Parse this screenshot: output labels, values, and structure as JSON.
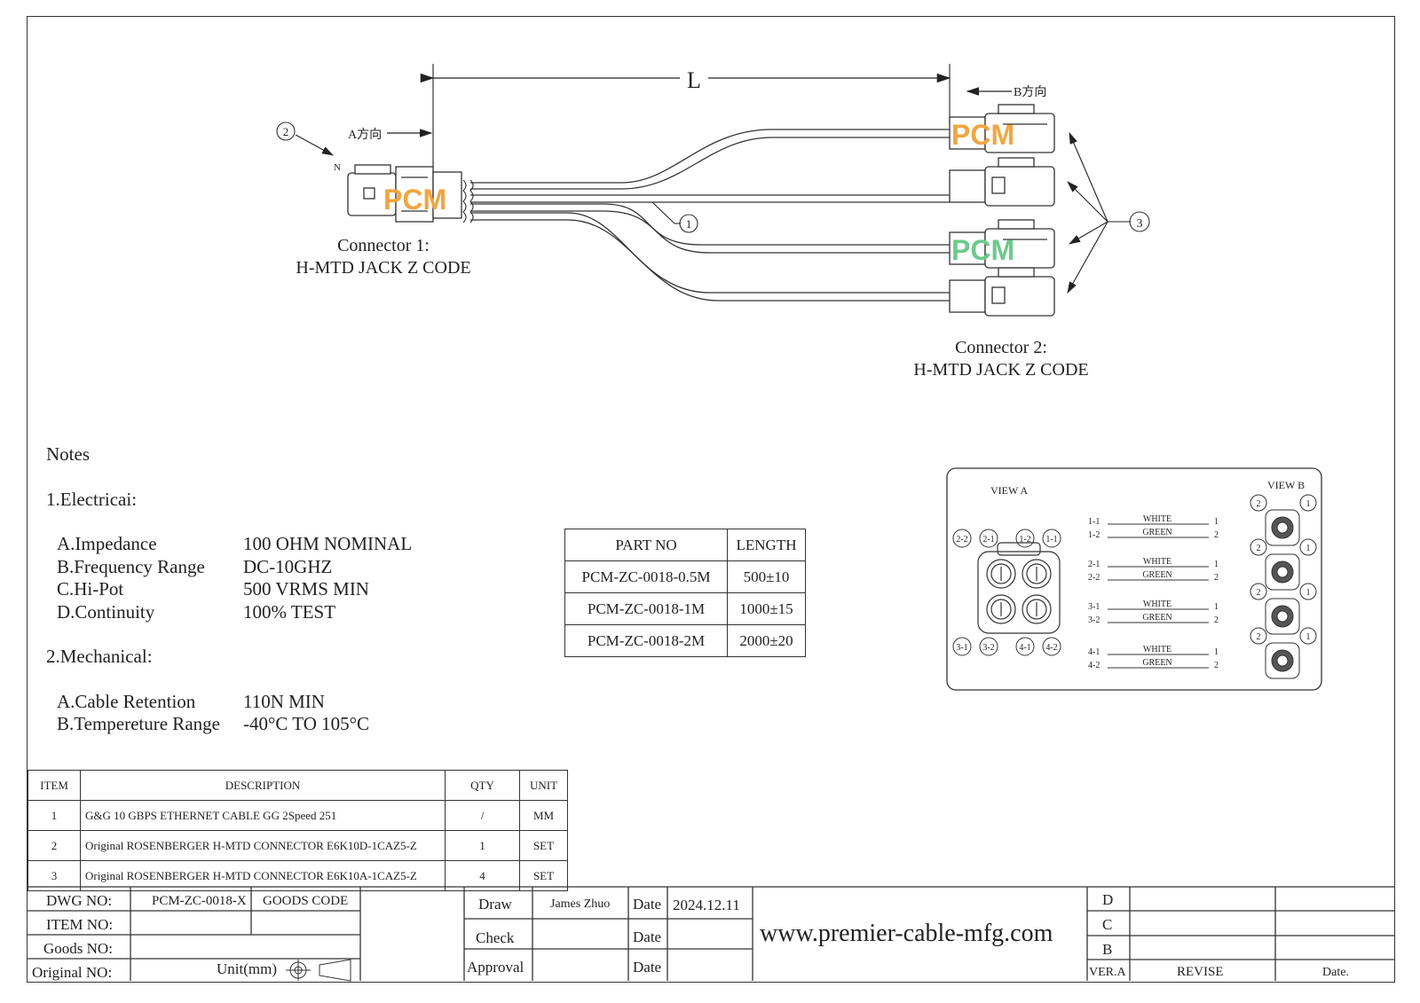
{
  "drawing": {
    "length_label": "L",
    "dir_a": "A方向",
    "dir_b": "B方向",
    "balloon_1": "1",
    "balloon_2": "2",
    "balloon_3": "3",
    "n_mark": "N",
    "connector1_line1": "Connector 1:",
    "connector1_line2": "H-MTD JACK Z CODE",
    "connector2_line1": "Connector 2:",
    "connector2_line2": "H-MTD JACK Z CODE",
    "watermark": "PCM",
    "colors": {
      "orange": "#f0a640",
      "green": "#6fc98d",
      "teal": "#35b8b0"
    }
  },
  "notes": {
    "title": "Notes",
    "electrical_heading": "1.Electricai:",
    "electrical": [
      {
        "key": "A.Impedance",
        "value": "100 OHM NOMINAL"
      },
      {
        "key": "B.Frequency Range",
        "value": "DC-10GHZ"
      },
      {
        "key": "C.Hi-Pot",
        "value": "500 VRMS MIN"
      },
      {
        "key": "D.Continuity",
        "value": "100% TEST"
      }
    ],
    "mechanical_heading": "2.Mechanical:",
    "mechanical": [
      {
        "key": "A.Cable Retention",
        "value": "110N MIN"
      },
      {
        "key": "B.Tempereture Range",
        "value": "-40°C TO 105°C"
      }
    ]
  },
  "part_table": {
    "headers": [
      "PART NO",
      "LENGTH"
    ],
    "rows": [
      [
        "PCM-ZC-0018-0.5M",
        "500±10"
      ],
      [
        "PCM-ZC-0018-1M",
        "1000±15"
      ],
      [
        "PCM-ZC-0018-2M",
        "2000±20"
      ]
    ]
  },
  "pinout": {
    "view_a": "VIEW A",
    "view_b": "VIEW B",
    "pins_top": [
      "2-2",
      "2-1",
      "1-2",
      "1-1"
    ],
    "pins_bottom": [
      "3-1",
      "3-2",
      "4-1",
      "4-2"
    ],
    "wires": [
      {
        "a": "1-1",
        "b": "1-2",
        "c1": "WHITE",
        "c2": "GREEN",
        "n1": "1",
        "n2": "2"
      },
      {
        "a": "2-1",
        "b": "2-2",
        "c1": "WHITE",
        "c2": "GREEN",
        "n1": "1",
        "n2": "2"
      },
      {
        "a": "3-1",
        "b": "3-2",
        "c1": "WHITE",
        "c2": "GREEN",
        "n1": "1",
        "n2": "2"
      },
      {
        "a": "4-1",
        "b": "4-2",
        "c1": "WHITE",
        "c2": "GREEN",
        "n1": "1",
        "n2": "2"
      }
    ],
    "vb_left": "2",
    "vb_right": "1"
  },
  "bom": {
    "headers": [
      "ITEM",
      "DESCRIPTION",
      "QTY",
      "UNIT"
    ],
    "rows": [
      [
        "1",
        "G&G 10 GBPS ETHERNET CABLE GG 2Speed 251",
        "/",
        "MM"
      ],
      [
        "2",
        "Original ROSENBERGER H-MTD CONNECTOR E6K10D-1CAZ5-Z",
        "1",
        "SET"
      ],
      [
        "3",
        "Original ROSENBERGER H-MTD CONNECTOR E6K10A-1CAZ5-Z",
        "4",
        "SET"
      ]
    ]
  },
  "title_block": {
    "dwg_no_label": "DWG NO:",
    "dwg_no": "PCM-ZC-0018-X",
    "goods_code_label": "GOODS CODE",
    "item_no_label": "ITEM NO:",
    "goods_no_label": "Goods NO:",
    "original_no_label": "Original NO:",
    "unit_label": "Unit(mm)",
    "draw_label": "Draw",
    "draw_name": "James Zhuo",
    "date_label": "Date",
    "draw_date": "2024.12.11",
    "check_label": "Check",
    "approval_label": "Approval",
    "website": "www.premier-cable-mfg.com",
    "rev_d": "D",
    "rev_c": "C",
    "rev_b": "B",
    "ver_a": "VER.A",
    "revise_label": "REVISE",
    "rev_date_label": "Date."
  }
}
